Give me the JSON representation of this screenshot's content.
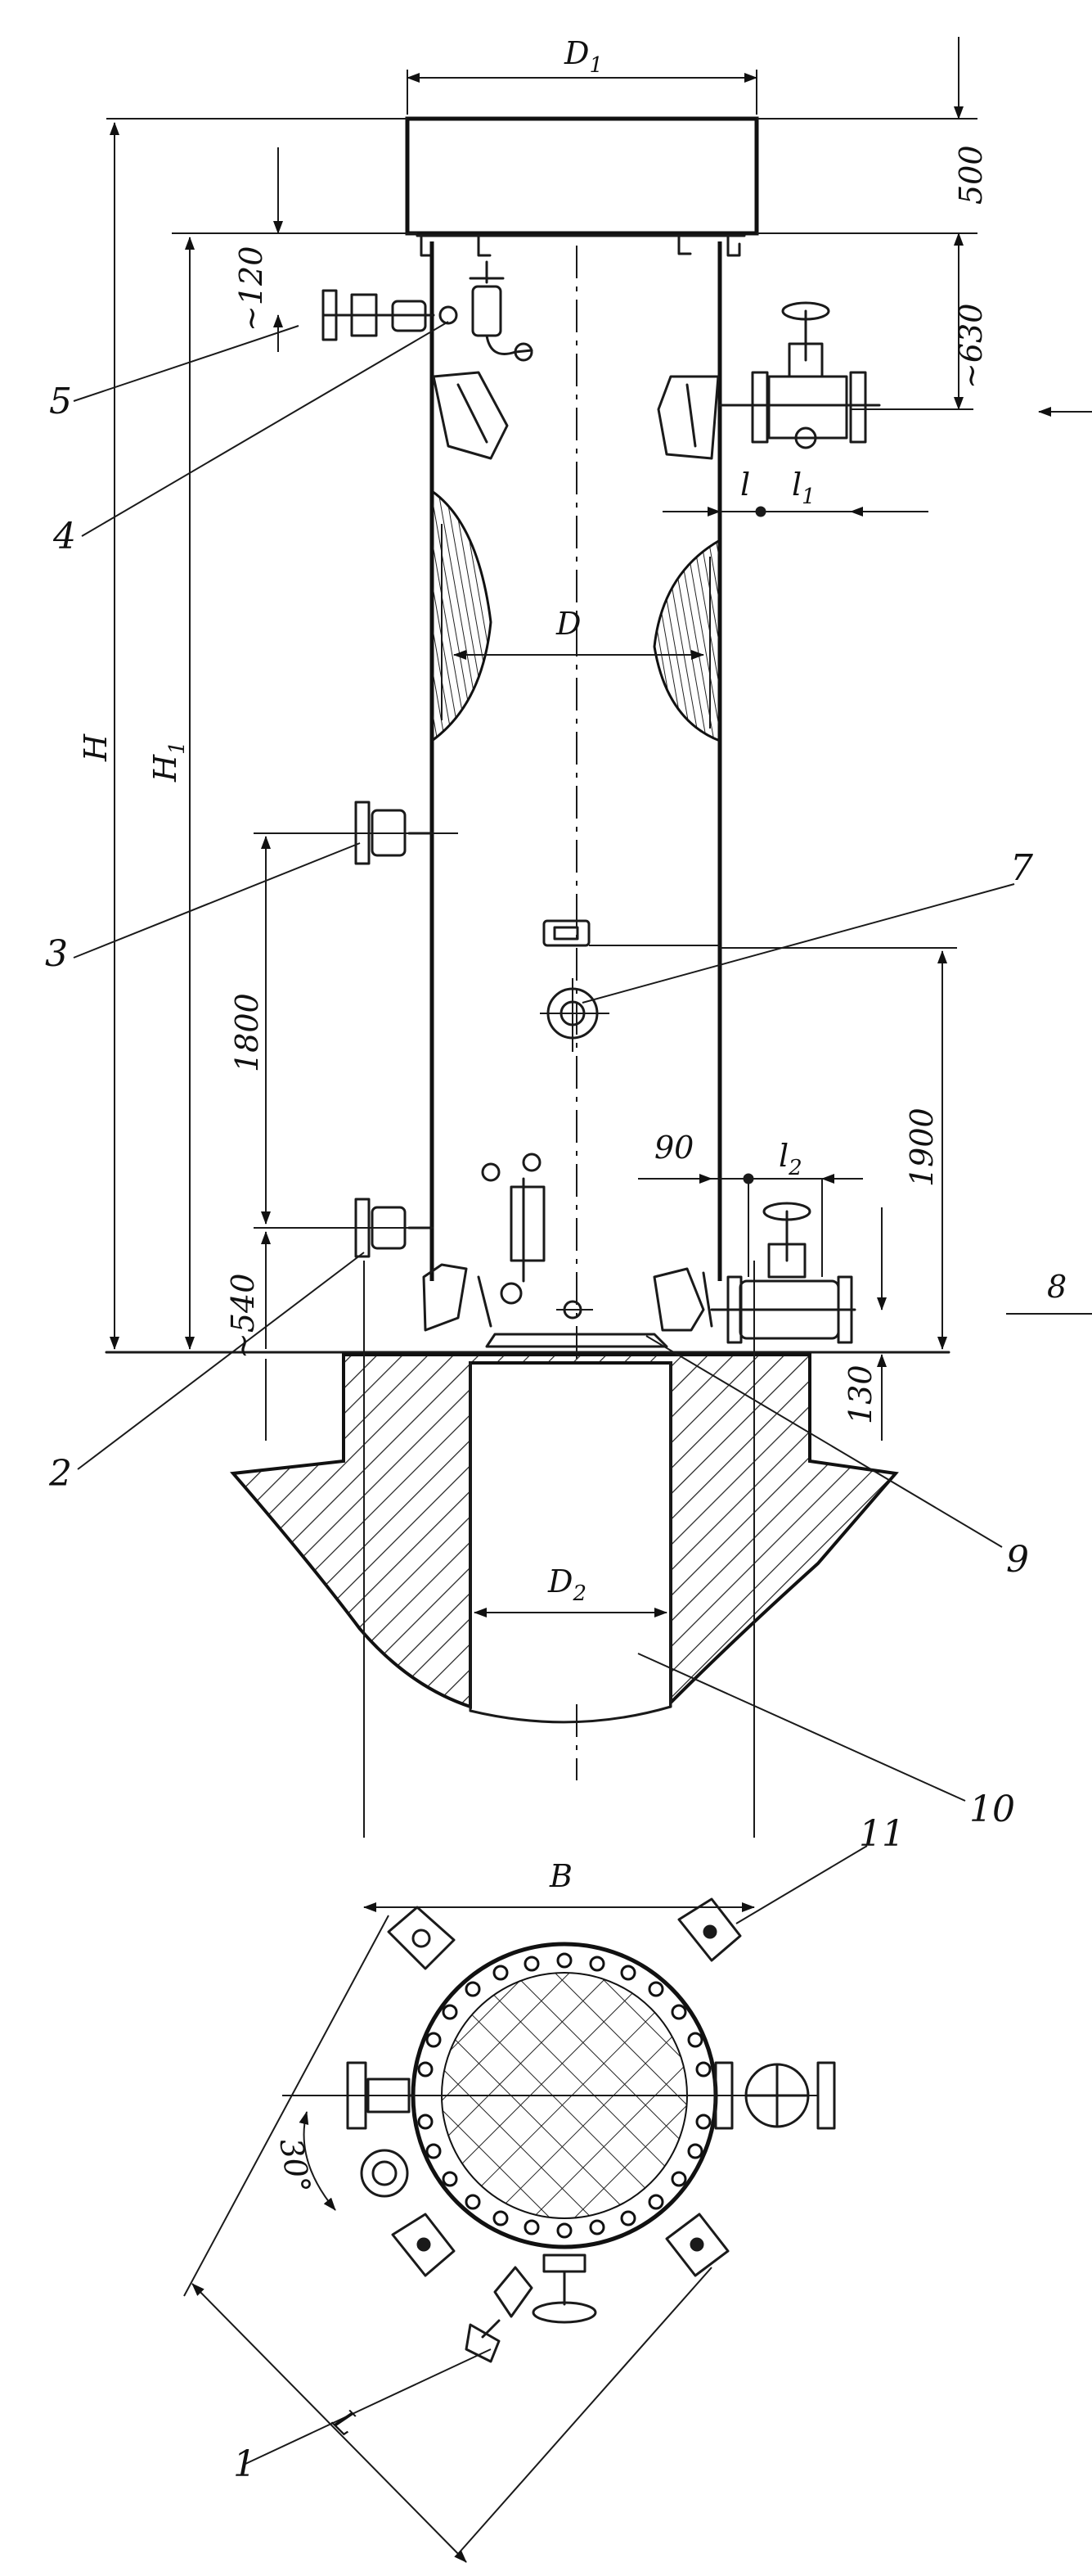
{
  "labels": {
    "D1": "D",
    "D1_sub": "1",
    "D": "D",
    "D2": "D",
    "D2_sub": "2",
    "H": "H",
    "H1": "H",
    "H1_sub": "1",
    "l": "l",
    "l1": "l",
    "l1_sub": "1",
    "l2": "l",
    "l2_sub": "2",
    "B": "B",
    "L": "L",
    "d500": "500",
    "d630": "~630",
    "d120": "~120",
    "d1800": "1800",
    "d1900": "1900",
    "d540": "~540",
    "d90": "90",
    "d130": "130",
    "angle30": "30°",
    "side8": "8"
  },
  "callouts": {
    "c1": "1",
    "c2": "2",
    "c3": "3",
    "c4": "4",
    "c5": "5",
    "c7": "7",
    "c9": "9",
    "c10": "10",
    "c11": "11"
  }
}
